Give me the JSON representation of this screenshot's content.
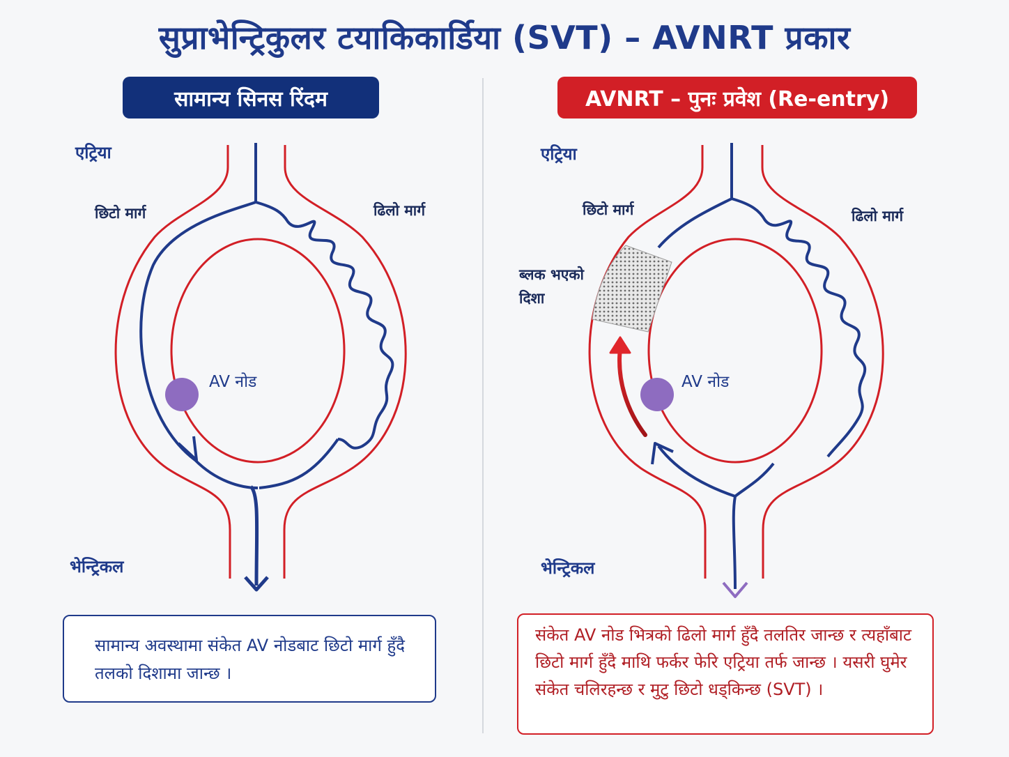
{
  "title": "सुप्राभेन्ट्रिकुलर टयाकिकार्डिया (SVT) – AVNRT प्रकार",
  "left_panel": {
    "header": "सामान्य सिनस रिंदम",
    "atria_label": "एट्रिया",
    "fast_path_label": "छिटो मार्ग",
    "slow_path_label": "ढिलो मार्ग",
    "av_node_label": "AV नोड",
    "ventricle_label": "भेन्ट्रिकल",
    "description": "सामान्य अवस्थामा संकेत AV नोडबाट छिटो मार्ग हुँदै तलको दिशामा जान्छ ।"
  },
  "right_panel": {
    "header": "AVNRT – पुनः प्रवेश (Re-entry)",
    "atria_label": "एट्रिया",
    "fast_path_label": "छिटो मार्ग",
    "slow_path_label": "ढिलो मार्ग",
    "block_label_line1": "ब्लक भएको",
    "block_label_line2": "दिशा",
    "av_node_label": "AV नोड",
    "ventricle_label": "भेन्ट्रिकल",
    "description": "संकेत AV नोड भित्रको ढिलो मार्ग हुँदै तलतिर जान्छ र त्यहाँबाट छिटो मार्ग हुँदै माथि फर्कर फेरि एट्रिया तर्फ जान्छ । यसरी घुमेर संकेत चलिरहन्छ र मुटु छिटो धड्किन्छ  (SVT) ।"
  },
  "colors": {
    "navy": "#1f3a8a",
    "red": "#d21f26",
    "av_node": "#8e6cc0"
  }
}
